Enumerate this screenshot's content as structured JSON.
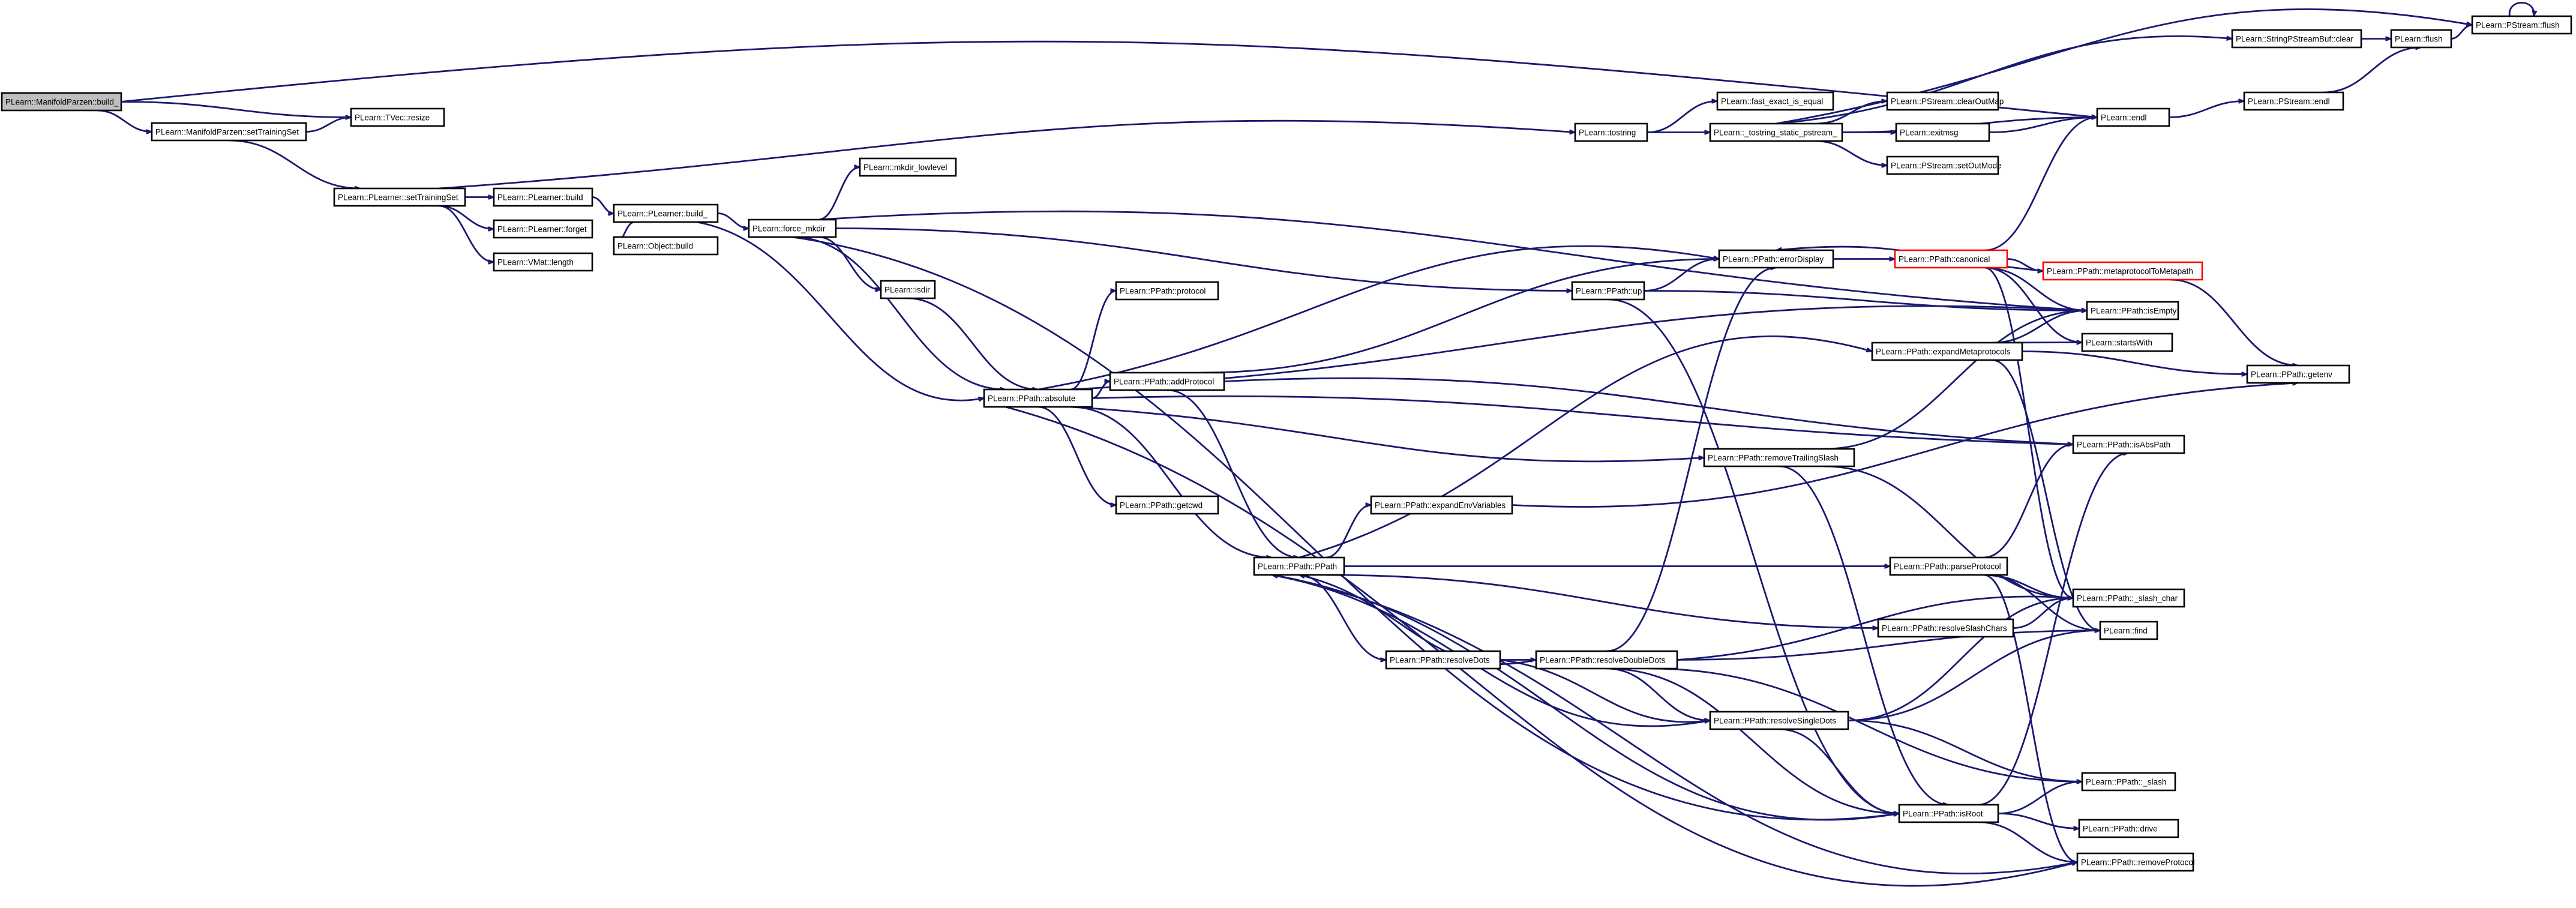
{
  "nodes": {
    "manifold_build": "PLearn::ManifoldParzen::build_",
    "manifold_settrain": "PLearn::ManifoldParzen::setTrainingSet",
    "tvec_resize": "PLearn::TVec::resize",
    "plearner_settrain": "PLearn::PLearner::setTrainingSet",
    "plearner_build": "PLearn::PLearner::build",
    "plearner_forget": "PLearn::PLearner::forget",
    "vmat_length": "PLearn::VMat::length",
    "plearner_build_": "PLearn::PLearner::build_",
    "object_build": "PLearn::Object::build",
    "force_mkdir": "PLearn::force_mkdir",
    "mkdir_lowlevel": "PLearn::mkdir_lowlevel",
    "isdir": "PLearn::isdir",
    "ppath_absolute": "PLearn::PPath::absolute",
    "ppath_protocol": "PLearn::PPath::protocol",
    "ppath_addprotocol": "PLearn::PPath::addProtocol",
    "ppath_getcwd": "PLearn::PPath::getcwd",
    "ppath_ppath": "PLearn::PPath::PPath",
    "ppath_expandenv": "PLearn::PPath::expandEnvVariables",
    "ppath_resolvedots": "PLearn::PPath::resolveDots",
    "ppath_resolvedoubledots": "PLearn::PPath::resolveDoubleDots",
    "ppath_resolvesingledots": "PLearn::PPath::resolveSingleDots",
    "ppath_resolveslashchars": "PLearn::PPath::resolveSlashChars",
    "ppath_parseprotocol": "PLearn::PPath::parseProtocol",
    "ppath_removetrailingslash": "PLearn::PPath::removeTrailingSlash",
    "ppath_expandmetaprotocols": "PLearn::PPath::expandMetaprotocols",
    "ppath_up": "PLearn::PPath::up",
    "ppath_errordisplay": "PLearn::PPath::errorDisplay",
    "ppath_canonical": "PLearn::PPath::canonical",
    "ppath_metaprotocol": "PLearn::PPath::metaprotocolToMetapath",
    "ppath_isempty": "PLearn::PPath::isEmpty",
    "startswith": "PLearn::startsWith",
    "ppath_getenv": "PLearn::PPath::getenv",
    "ppath_isabspath": "PLearn::PPath::isAbsPath",
    "ppath_slash_char": "PLearn::PPath::_slash_char",
    "find": "PLearn::find",
    "ppath_slash": "PLearn::PPath::_slash",
    "ppath_isroot": "PLearn::PPath::isRoot",
    "ppath_drive": "PLearn::PPath::drive",
    "ppath_removeprotocol": "PLearn::PPath::removeProtocol",
    "tostring": "PLearn::tostring",
    "fast_exact_is_equal": "PLearn::fast_exact_is_equal",
    "tostring_static": "PLearn::_tostring_static_pstream_",
    "pstream_clearoutmap": "PLearn::PStream::clearOutMap",
    "exitmsg": "PLearn::exitmsg",
    "pstream_setoutmode": "PLearn::PStream::setOutMode",
    "endl": "PLearn::endl",
    "pstream_endl": "PLearn::PStream::endl",
    "streambuf_clear": "PLearn::StringPStreamBuf::clear",
    "flush": "PLearn::flush",
    "pstream_flush": "PLearn::PStream::flush"
  },
  "colors": {
    "edge": "#191970",
    "node_border": "#000000",
    "root_fill": "#bfbfbf",
    "truncated_border": "#ff0000"
  }
}
